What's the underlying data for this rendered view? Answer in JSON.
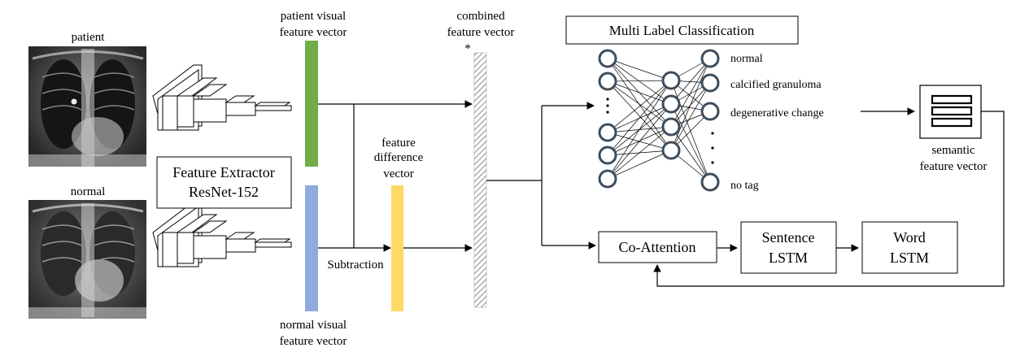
{
  "images": {
    "patient_label": "patient",
    "normal_label": "normal"
  },
  "feature_extractor": {
    "line1": "Feature Extractor",
    "line2": "ResNet-152"
  },
  "vectors": {
    "patient_line1": "patient visual",
    "patient_line2": "feature vector",
    "normal_line1": "normal visual",
    "normal_line2": "feature vector",
    "difference_line1": "feature",
    "difference_line2": "difference",
    "difference_line3": "vector",
    "combined_line1": "combined",
    "combined_line2": "feature vector",
    "combined_marker": "*",
    "subtraction": "Subtraction"
  },
  "classification": {
    "title": "Multi Label Classification",
    "tags": [
      "normal",
      "calcified granuloma",
      "degenerative change",
      "no tag"
    ]
  },
  "semantic": {
    "line1": "semantic",
    "line2": "feature vector"
  },
  "modules": {
    "co_attention": "Co-Attention",
    "sentence_line1": "Sentence",
    "sentence_line2": "LSTM",
    "word_line1": "Word",
    "word_line2": "LSTM"
  },
  "colors": {
    "patient_vector": "#70ad47",
    "normal_vector": "#8faadc",
    "difference_vector": "#ffd966",
    "node_stroke": "#3d4d5c"
  }
}
